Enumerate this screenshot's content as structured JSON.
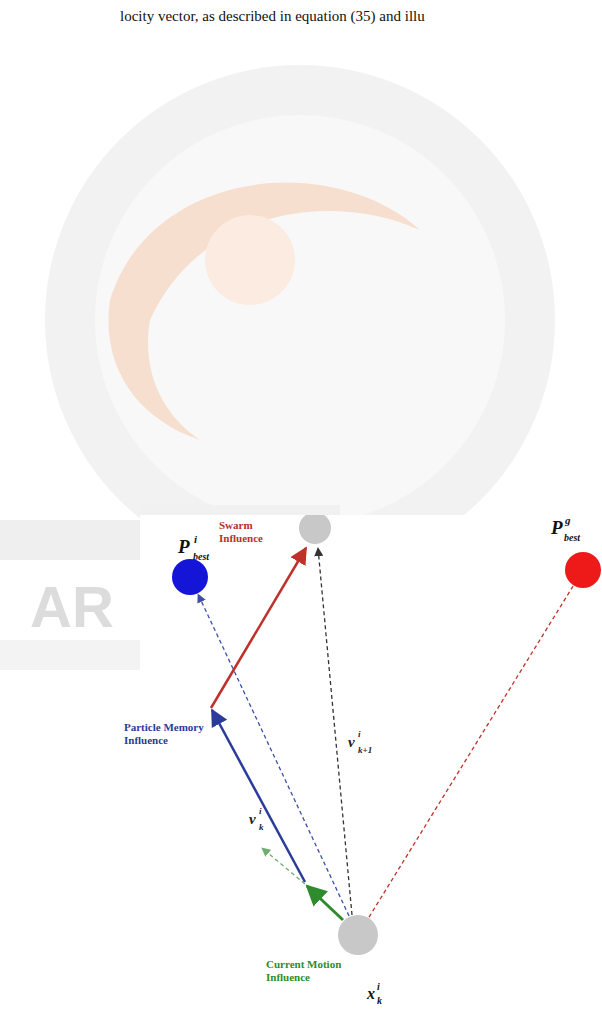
{
  "diagram": {
    "nodes": [
      {
        "text": [
          "P",
          "i",
          "best"
        ]
      },
      {
        "text": [
          "P",
          "g",
          "best"
        ]
      },
      {
        "text": [
          "x",
          "i",
          "k"
        ]
      }
    ],
    "edges": [
      {
        "from": 2,
        "to": 0,
        "arrow": "to"
      },
      {
        "from": 2,
        "to": 1,
        "arrow": "none"
      }
    ],
    "labels": [
      "locity vector, as described in equation (35) and illu",
      "AR",
      "Swarm Influence",
      "Particle Memory Influence",
      "Current Motion Influence",
      "v",
      "i",
      "k",
      "v",
      "i",
      "k+1"
    ]
  }
}
